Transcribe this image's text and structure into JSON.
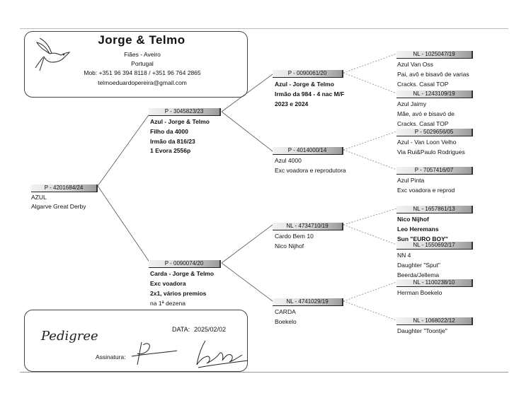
{
  "header": {
    "title": "Jorge & Telmo",
    "line1": "Fiães - Aveiro",
    "line2": "Portugal",
    "line3": "Mob: +351 96 394 8118 / +351 96 764 2865",
    "line4": "telmoeduardopereira@gmail.com"
  },
  "subject": {
    "ring": "P - 4201684/24",
    "l1": "AZUL",
    "l2": "Algarve Great Derby"
  },
  "sire": {
    "ring": "P - 3045823/23",
    "l1": "Azul - Jorge & Telmo",
    "l2": "Filho da 4000",
    "l3": "Irmão da 816/23",
    "l4": "1 Evora 2556p"
  },
  "dam": {
    "ring": "P - 0090074/20",
    "l1": "Carda - Jorge & Telmo",
    "l2": "Exc voadora",
    "l3": "2x1, vários premios",
    "l4": "na 1ª dezena"
  },
  "ss": {
    "ring": "P - 0090061/20",
    "l1": "Azul - Jorge & Telmo",
    "l2": "Irmão da 984 - 4 nac M/F",
    "l3": "2023 e 2024"
  },
  "sd": {
    "ring": "P - 4014000/14",
    "l1": "Azul 4000",
    "l2": "Exc voadora e reprodutora"
  },
  "ds": {
    "ring": "NL - 4734710/19",
    "l1": "Cardo Bem 10",
    "l2": "Nico Nijhof"
  },
  "dd": {
    "ring": "NL - 4741029/19",
    "l1": "CARDA",
    "l2": "Boekelo"
  },
  "sss": {
    "ring": "NL - 1025047/19",
    "l1": "Azul Van Oss",
    "l2": "Pai, avô e bisavô de varias",
    "l3": "Cracks. Casal TOP"
  },
  "ssd": {
    "ring": "NL - 1243109/19",
    "l1": "Azul Jaimy",
    "l2": "Mãe, avó e bisavó de",
    "l3": "Cracks. Casal TOP"
  },
  "sds": {
    "ring": "P - 5029656/05",
    "l1": "Azul - Van Loon Velho",
    "l2": "Via Rui&Paulo Rodrigues"
  },
  "sdd": {
    "ring": "P - 7057416/07",
    "l1": "Azul Pinta",
    "l2": "Exc voadora e reprod"
  },
  "dss": {
    "ring": "NL - 1657861/13",
    "l1": "Nico Nijhof",
    "l2": "Leo Heremans",
    "l3": "Sun \"EURO BOY\""
  },
  "dsd": {
    "ring": "NL - 1550692/17",
    "l1": "NN 4",
    "l2": "Daughter \"Sput\"",
    "l3": "Beerda/Jellema"
  },
  "dds": {
    "ring": "NL - 1100238/10",
    "l1": "Herman Boekelo"
  },
  "ddd": {
    "ring": "NL - 1068022/12",
    "l1": "Daughter \"Toontje\""
  },
  "footer": {
    "pedigree": "Pedigree",
    "date_label": "DATA:",
    "date_value": "2025/02/02",
    "signature_label": "Assinatura:"
  }
}
